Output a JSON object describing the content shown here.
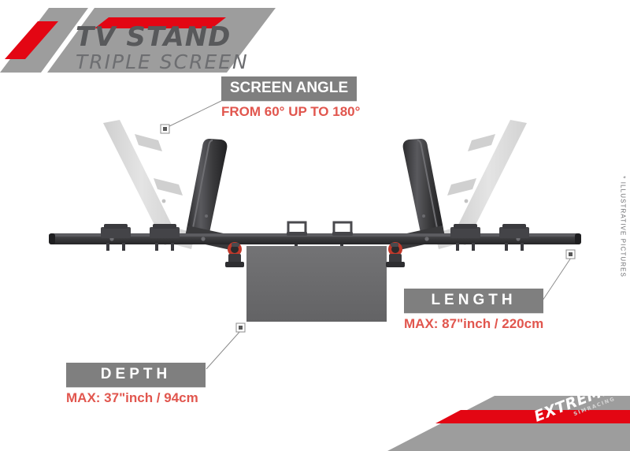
{
  "header": {
    "title": "TV STAND",
    "subtitle": "TRIPLE SCREEN",
    "accent_red": "#e30613",
    "band_gray": "#9d9d9d"
  },
  "callouts": [
    {
      "id": "screen-angle",
      "label": "SCREEN ANGLE",
      "value": "FROM 60° UP TO 180°"
    },
    {
      "id": "length",
      "label": "LENGTH",
      "value": "MAX: 87\"inch / 220cm"
    },
    {
      "id": "depth",
      "label": "DEPTH",
      "value": "MAX: 37\"inch / 94cm"
    }
  ],
  "disclaimer": "* ILLUSTRATIVE PICTURES",
  "footer": {
    "brand": "EXTREME",
    "brand_sub": "SIMRACING",
    "accent_red": "#e30613",
    "band_gray": "#9d9d9d"
  },
  "product": {
    "label_box_gray": "#7f7f7f",
    "value_red": "#e1564e",
    "frame_dark": "#3a3a3c",
    "panel_gray": "#6b6b6b",
    "ghost_gray": "#dcdcdc",
    "clamp_red": "#c0392b"
  }
}
